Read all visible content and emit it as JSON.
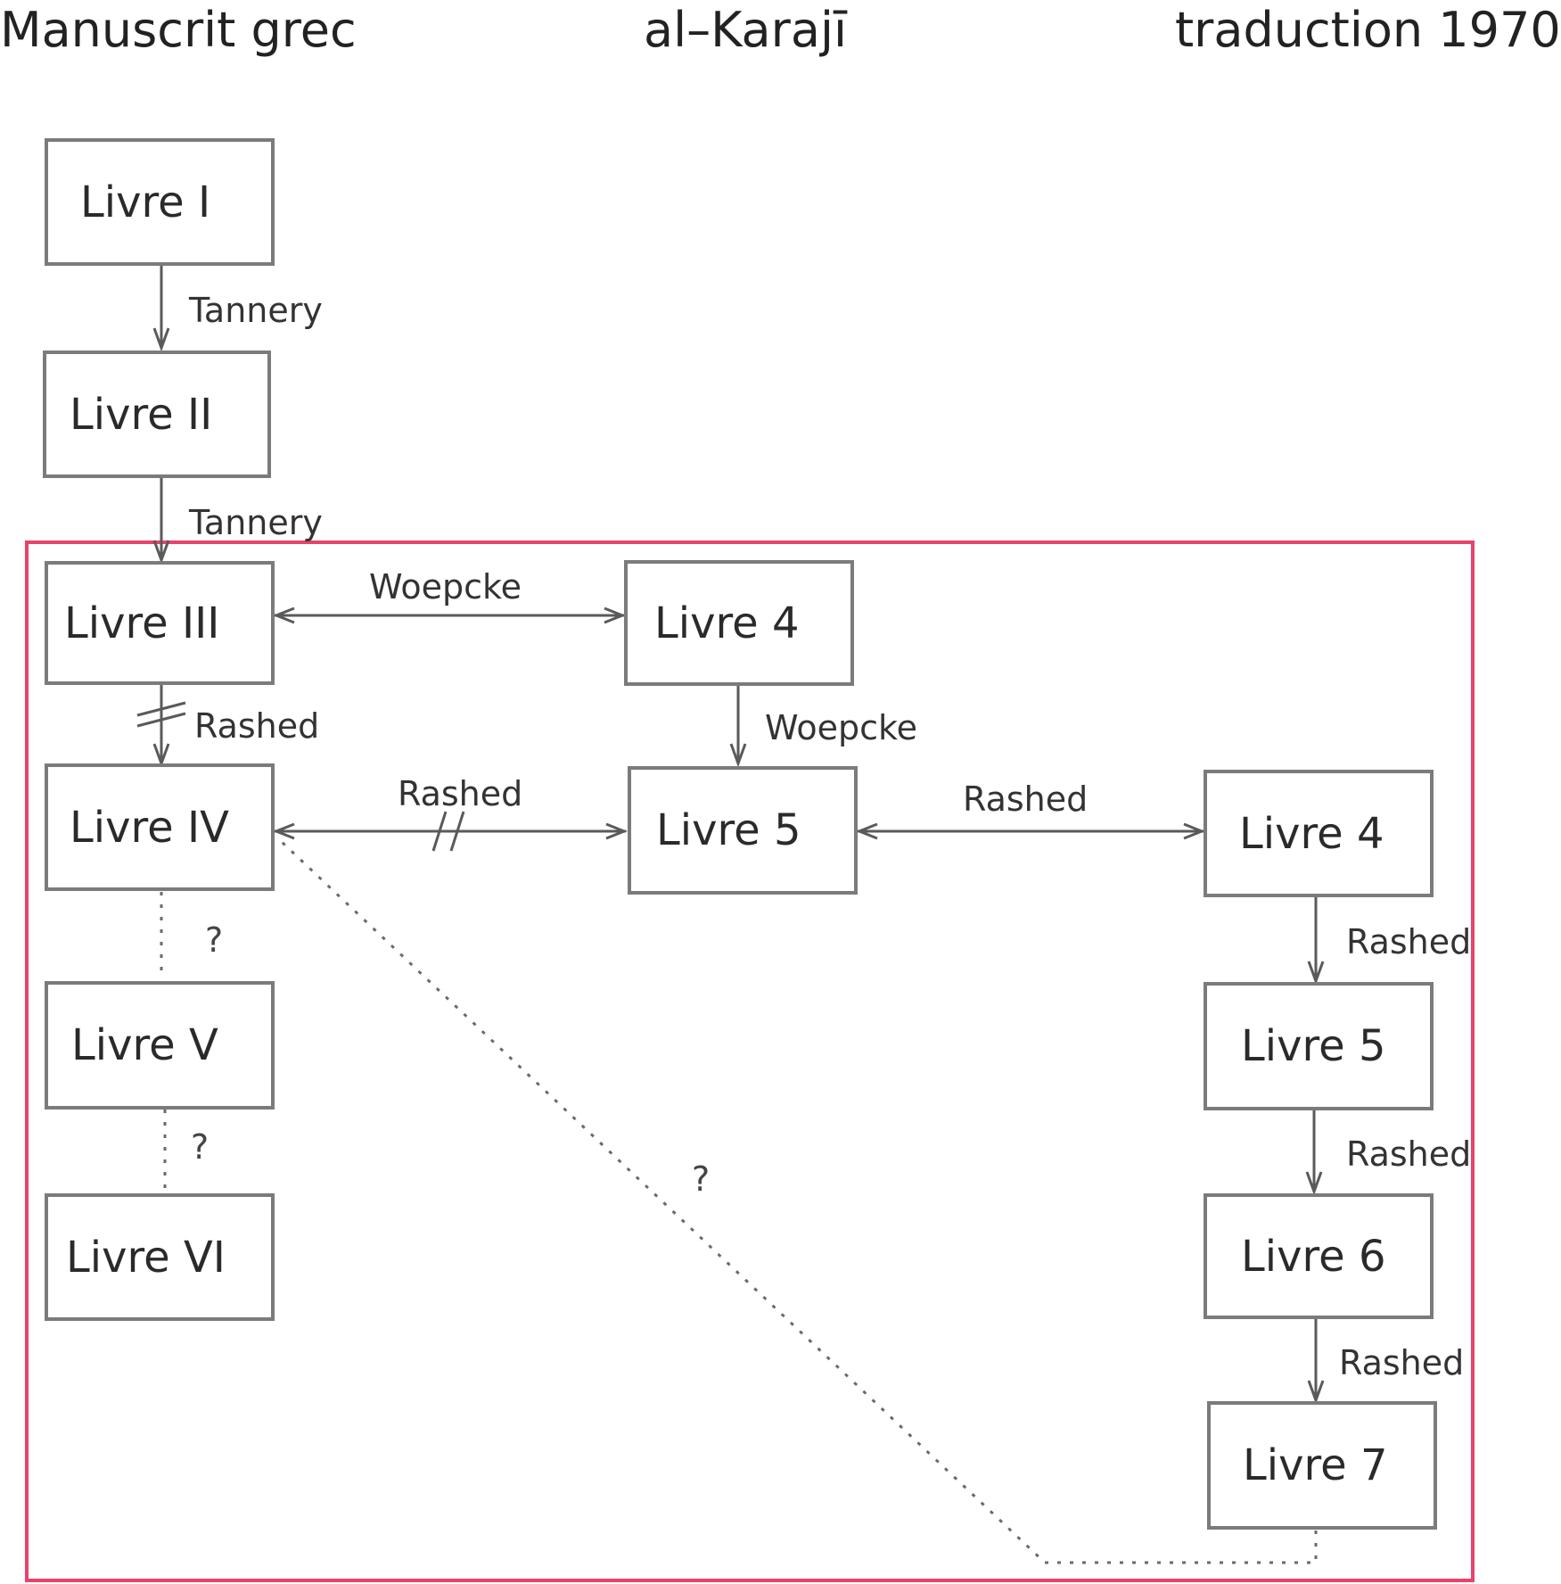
{
  "columns": {
    "greek": "Manuscrit grec",
    "karaji": "al–Karajī",
    "translation": "traduction 1970"
  },
  "greek_books": [
    "Livre I",
    "Livre II",
    "Livre III",
    "Livre IV",
    "Livre V",
    "Livre VI"
  ],
  "karaji_books": [
    "Livre 4",
    "Livre 5"
  ],
  "translation_books": [
    "Livre 4",
    "Livre 5",
    "Livre 6",
    "Livre 7"
  ],
  "edges": {
    "tannery_1": "Tannery",
    "tannery_2": "Tannery",
    "woepcke_h": "Woepcke",
    "woepcke_v": "Woepcke",
    "rashed_iii_iv": "Rashed",
    "rashed_iv_5": "Rashed",
    "rashed_5_4": "Rashed",
    "rashed_t1": "Rashed",
    "rashed_t2": "Rashed",
    "rashed_t3": "Rashed"
  },
  "unknown_marks": {
    "q1": "?",
    "q2": "?",
    "q3": "?"
  },
  "colors": {
    "frame": "#e8436a",
    "lines": "#5a5a5a"
  }
}
